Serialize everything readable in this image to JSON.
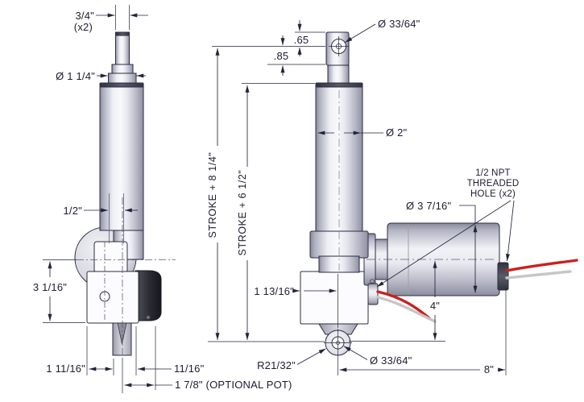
{
  "drawing_type": "linear-actuator-dimension-drawing",
  "colors": {
    "line": "#23233c",
    "text": "#1c1c33",
    "red_wire": "#c9221f",
    "white_wire": "#c6c6c8",
    "metal_light": "#f8f9fb",
    "metal_dark": "#888a9b",
    "black_cap": "#2a2b33"
  },
  "front_view": {
    "dim_rod_width": "3/4\"",
    "dim_rod_width_qty": "(x2)",
    "dim_collar_dia": "Ø 1 1/4\"",
    "dim_inner_rod": "1/2\"",
    "dim_housing_height": "3 1/16\"",
    "dim_mount_offset": "1 11/16\"",
    "dim_pot_offset": "11/16\"",
    "dim_pot_span": "1 7/8\" (OPTIONAL POT)"
  },
  "side_view": {
    "dim_hole_to_top": ".65",
    "dim_hole_to_shoulder": ".85",
    "dim_rod_end_hole": "Ø 33/64\"",
    "dim_stroke_retracted": "STROKE + 8 1/4\"",
    "dim_stroke_tube": "STROKE + 6 1/2\"",
    "dim_tube_dia": "Ø 2\"",
    "dim_motor_dia": "Ø 3 7/16\"",
    "npt_callout_line1": "1/2 NPT",
    "npt_callout_line2": "THREADED",
    "npt_callout_line3": "HOLE (x2)",
    "dim_housing_width": "1 13/16\"",
    "dim_motor_center": "4\"",
    "dim_clevis_radius": "R21/32\"",
    "dim_mount_hole": "Ø 33/64\"",
    "dim_overall": "8\""
  }
}
